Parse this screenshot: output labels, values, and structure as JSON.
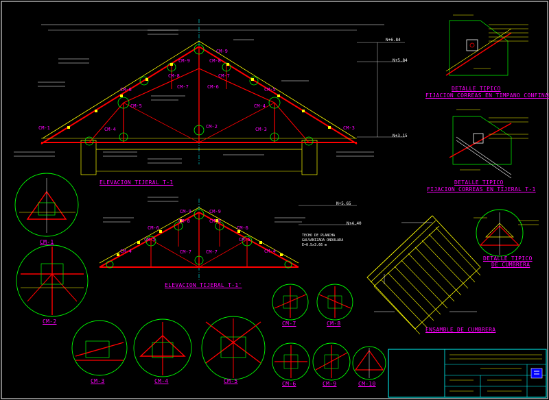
{
  "colors": {
    "background": "#000000",
    "label": "#ff00ff",
    "structure": "#ff0000",
    "frame": "#ffff00",
    "detail": "#00ff00",
    "dims": "#ffffff",
    "cyan": "#00ffff"
  },
  "truss_t1": {
    "title": "ELEVACION TIJERAL T-1",
    "level_top": "N+6.84",
    "level_mid": "N+5.84",
    "level_low": "N+3.15",
    "labels": [
      "CM-1",
      "CM-2",
      "CM-3",
      "CM-4",
      "CM-5",
      "CM-6",
      "CM-7",
      "CM-8",
      "CM-9",
      "CM-3",
      "CM-4",
      "CM-5",
      "CM-6",
      "CM-7",
      "CM-8",
      "CM-9"
    ]
  },
  "truss_t1p": {
    "title": "ELEVACION TIJERAL T-1'",
    "level_top": "N+5.65",
    "level_low": "N+4.40",
    "roof_note": [
      "TECHO DE PLANCHA",
      "GALVANIZADA ONDULADA",
      "E=0.5x3.66 m"
    ],
    "labels": [
      "CM-4",
      "CM-5",
      "CM-6",
      "CM-7",
      "CM-8",
      "CM-9",
      "CM-4",
      "CM-5",
      "CM-6",
      "CM-7",
      "CM-8",
      "CM-9"
    ]
  },
  "details": {
    "purlin_gable": [
      "DETALLE TIPICO",
      "FIJACION CORREAS EN TIMPANO CONFINADO"
    ],
    "purlin_truss": [
      "DETALLE TIPICO",
      "FIJACION CORREAS EN TIJERAL T-1"
    ],
    "ridge": [
      "DETALLE TIPICO",
      "DE CUMBRERA"
    ],
    "ridge_assembly": "ENSAMBLE DE CUMBRERA"
  },
  "circle_details": [
    "CM-1",
    "CM-2",
    "CM-3",
    "CM-4",
    "CM-5",
    "CM-6",
    "CM-7",
    "CM-8",
    "CM-9",
    "CM-10"
  ],
  "icon": "company-logo"
}
